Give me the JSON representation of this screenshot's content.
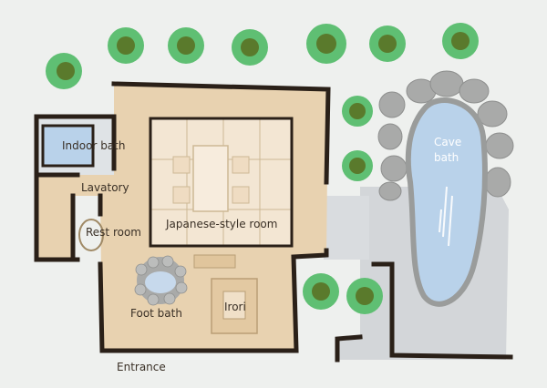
{
  "labels": {
    "indoor_bath": "Indoor bath",
    "lavatory": "Lavatory",
    "rest_room": "Rest room",
    "japanese_room": "Japanese-style room",
    "cave_bath_line1": "Cave",
    "cave_bath_line2": "bath",
    "foot_bath": "Foot bath",
    "irori": "Irori",
    "entrance": "Entrance"
  },
  "colors": {
    "background": "#eef0ee",
    "floor": "#e8d2b0",
    "tatami": "#f3e6d3",
    "wall": "#2a2018",
    "water": "#b9d2ea",
    "stone": "#a9aaa9",
    "stone_light": "#c9cac9",
    "tree_outer": "#5fbf73",
    "tree_inner": "#5a7a2c",
    "deck": "#d6d9dc"
  }
}
